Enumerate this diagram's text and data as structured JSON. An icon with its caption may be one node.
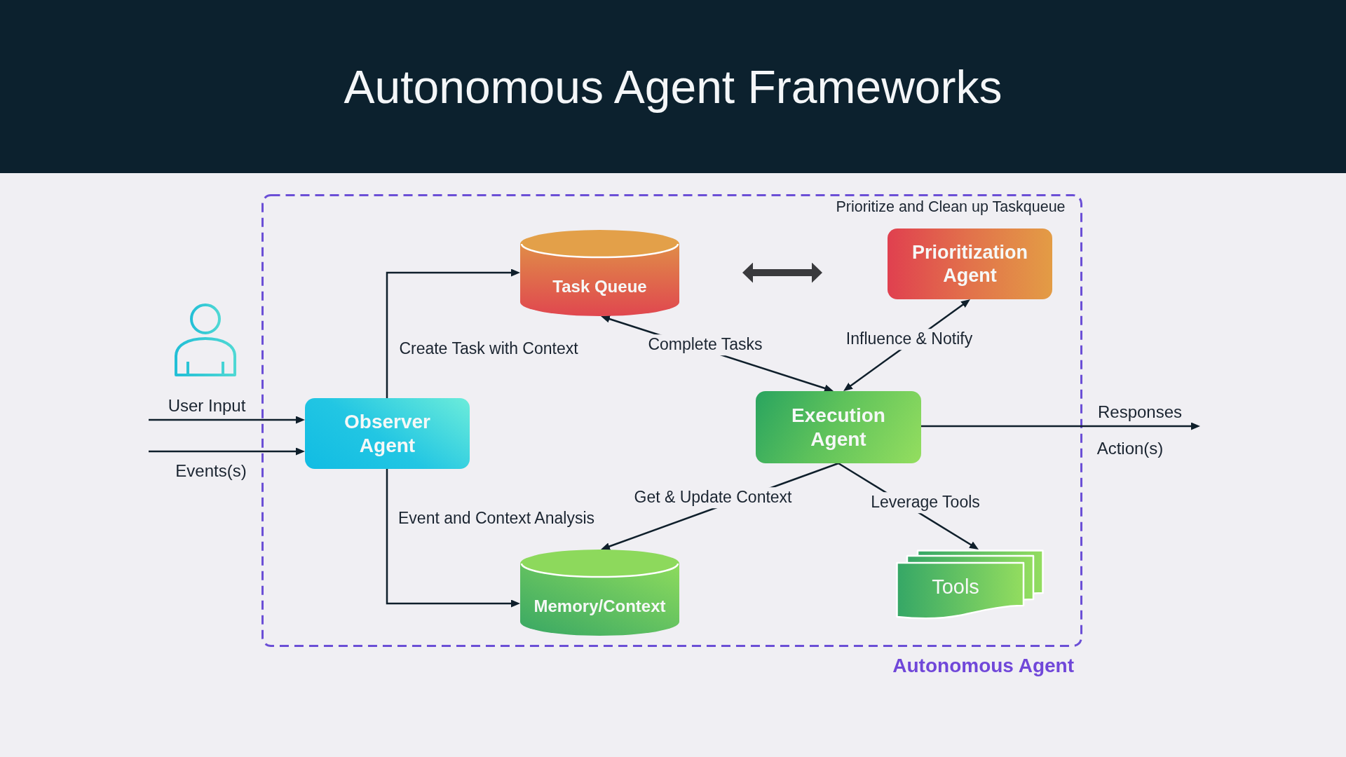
{
  "diagram": {
    "title": "Autonomous Agent Frameworks",
    "nodes": [
      {
        "text": [
          "Autonomous Agent"
        ]
      },
      {
        "text": [
          "Task Queue"
        ],
        "in": 0
      },
      {
        "text": [
          "Prioritization Agent"
        ],
        "in": 0,
        "beside": [
          "Prioritize and Clean up Taskqueue"
        ]
      },
      {
        "text": [
          "Observer Agent"
        ],
        "in": 0
      },
      {
        "text": [
          "Execution Agent"
        ],
        "in": 0
      },
      {
        "text": [
          "Memory/Context"
        ],
        "in": 0
      },
      {
        "text": [
          "Tools"
        ],
        "in": 0
      }
    ],
    "edges": [
      {
        "from": null,
        "to": 3,
        "label": "User Input",
        "arrow": "to"
      },
      {
        "from": null,
        "to": 3,
        "label": "Events(s)",
        "arrow": "to"
      },
      {
        "from": 3,
        "to": 1,
        "label": "Create Task with Context",
        "arrow": "to"
      },
      {
        "from": 3,
        "to": 5,
        "label": "Event and Context Analysis",
        "arrow": "to"
      },
      {
        "from": 1,
        "to": 2,
        "arrow": "both",
        "style": "thick",
        "color": "#3a3a3d"
      },
      {
        "from": 1,
        "to": 4,
        "label": "Complete Tasks",
        "arrow": "both"
      },
      {
        "from": 2,
        "to": 4,
        "label": "Influence & Notify",
        "arrow": "both"
      },
      {
        "from": 4,
        "to": 5,
        "label": "Get & Update Context",
        "arrow": "to"
      },
      {
        "from": 4,
        "to": 6,
        "label": "Leverage Tools",
        "arrow": "to"
      },
      {
        "from": 4,
        "to": null,
        "label": "Responses",
        "arrow": "to"
      }
    ],
    "labels": [
      "Action(s)"
    ]
  }
}
